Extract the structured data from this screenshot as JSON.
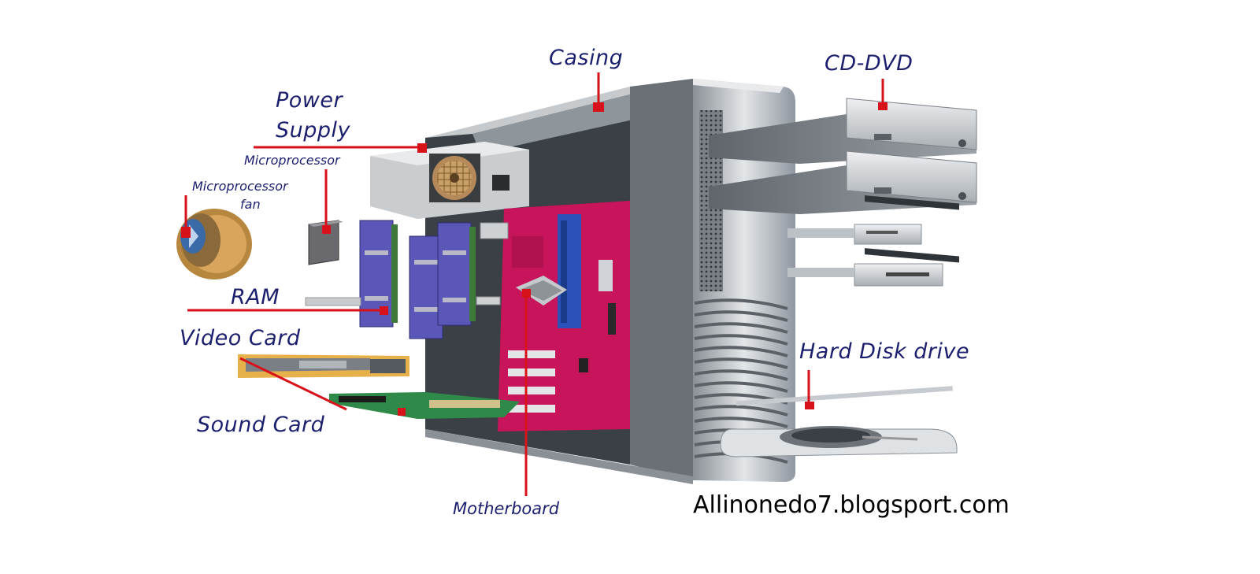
{
  "labels": {
    "casing": "Casing",
    "cd_dvd": "CD-DVD",
    "power_supply_line1": "Power",
    "power_supply_line2": "Supply",
    "microprocessor": "Microprocessor",
    "microprocessor_fan_line1": "Microprocessor",
    "microprocessor_fan_line2": "fan",
    "ram": "RAM",
    "video_card": "Video Card",
    "sound_card": "Sound Card",
    "hard_disk_drive": "Hard Disk drive",
    "motherboard": "Motherboard"
  },
  "credit": "Allinonedo7.blogsport.com",
  "colors": {
    "label_text": "#1c1f6e",
    "leader_line": "#d8121b",
    "motherboard": "#c8145a",
    "ram": "#5a57b8",
    "case_metal": "#9aa0a6",
    "background": "#ffffff"
  }
}
